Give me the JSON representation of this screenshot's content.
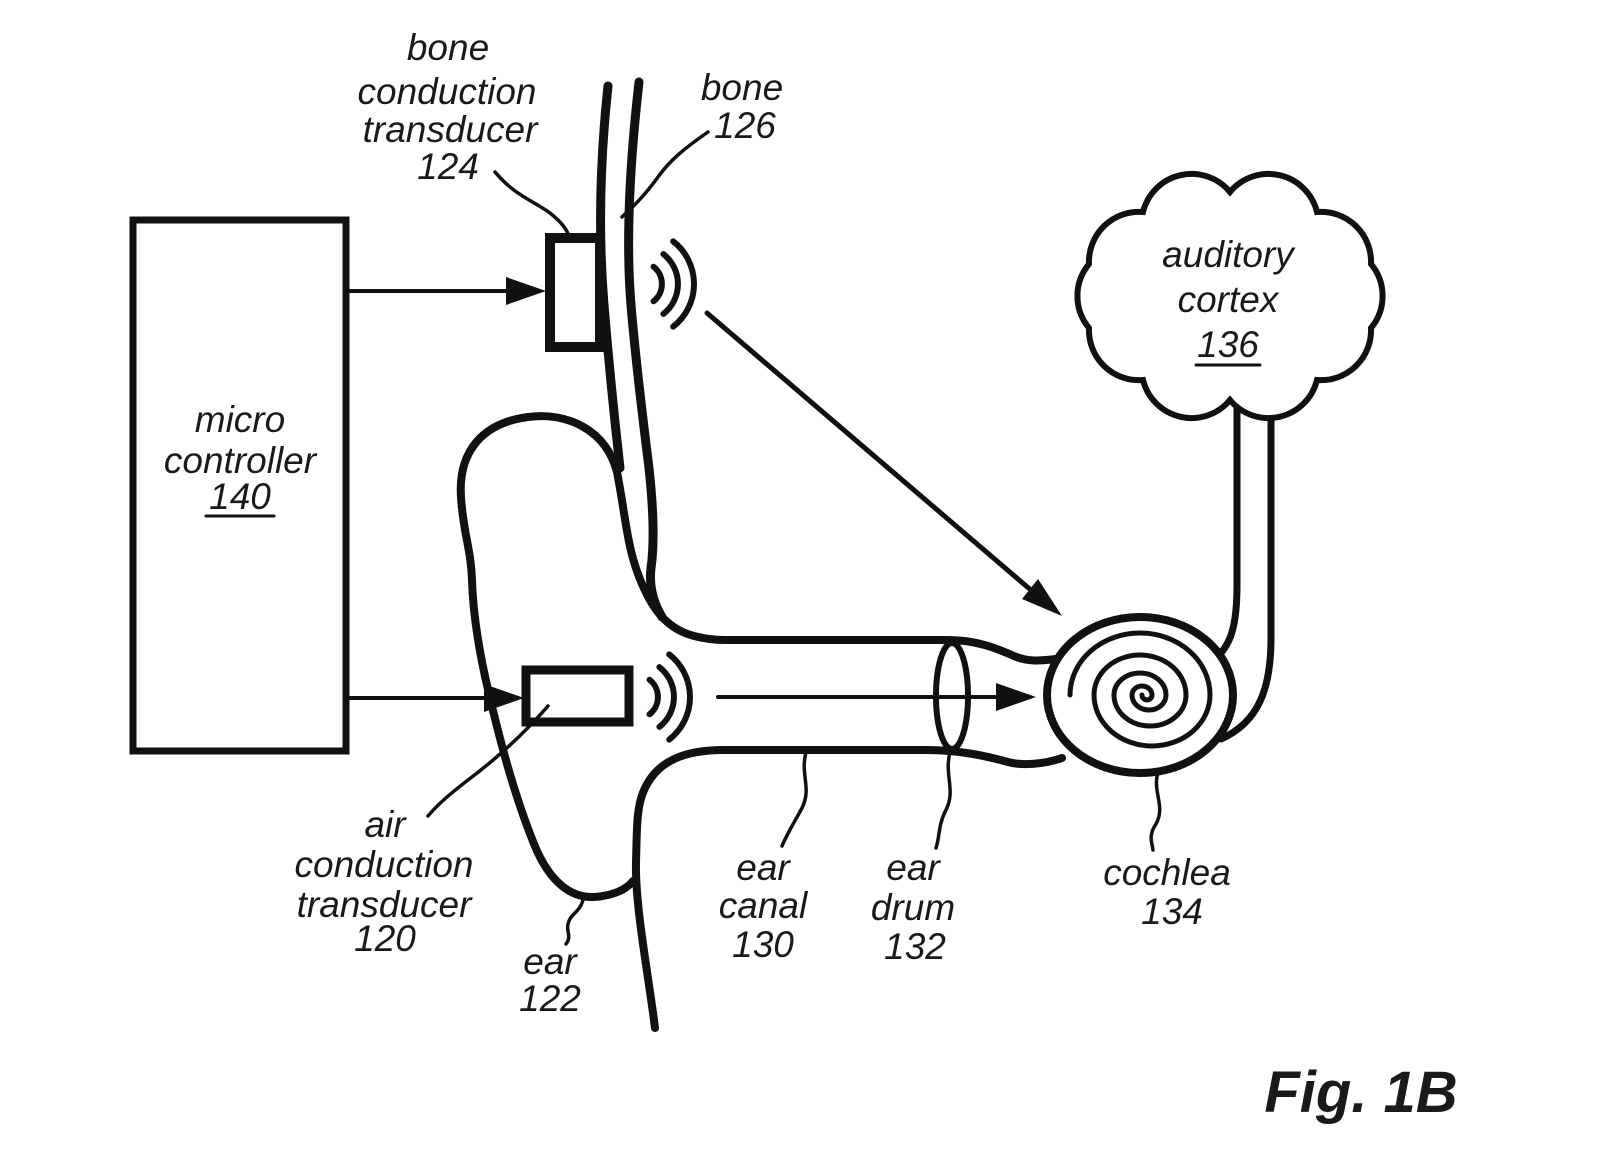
{
  "figure": {
    "caption": "Fig. 1B"
  },
  "colors": {
    "ink": "#111111",
    "background": "#ffffff"
  },
  "components": {
    "microcontroller": {
      "line1": "micro",
      "line2": "controller",
      "ref": "140"
    },
    "bone_transducer": {
      "line1": "bone",
      "line2": "conduction",
      "line3": "transducer",
      "ref": "124"
    },
    "bone": {
      "label": "bone",
      "ref": "126"
    },
    "auditory_cortex": {
      "line1": "auditory",
      "line2": "cortex",
      "ref": "136"
    },
    "air_transducer": {
      "line1": "air",
      "line2": "conduction",
      "line3": "transducer",
      "ref": "120"
    },
    "ear": {
      "label": "ear",
      "ref": "122"
    },
    "ear_canal": {
      "line1": "ear",
      "line2": "canal",
      "ref": "130"
    },
    "ear_drum": {
      "line1": "ear",
      "line2": "drum",
      "ref": "132"
    },
    "cochlea": {
      "label": "cochlea",
      "ref": "134"
    }
  }
}
